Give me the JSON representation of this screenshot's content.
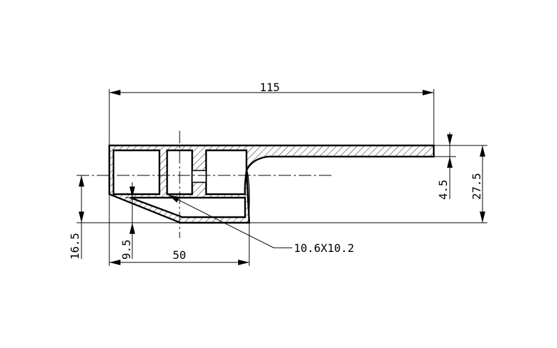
{
  "drawing": {
    "type": "aluminum profile cross-section",
    "line_color": "#000000",
    "background": "#ffffff"
  },
  "dimensions": {
    "overall_length": "115",
    "base_length": "50",
    "overall_height": "27.5",
    "flange_thickness": "4.5",
    "left_height": "16.5",
    "slope_height": "9.5",
    "slot_size": "10.6X10.2"
  }
}
